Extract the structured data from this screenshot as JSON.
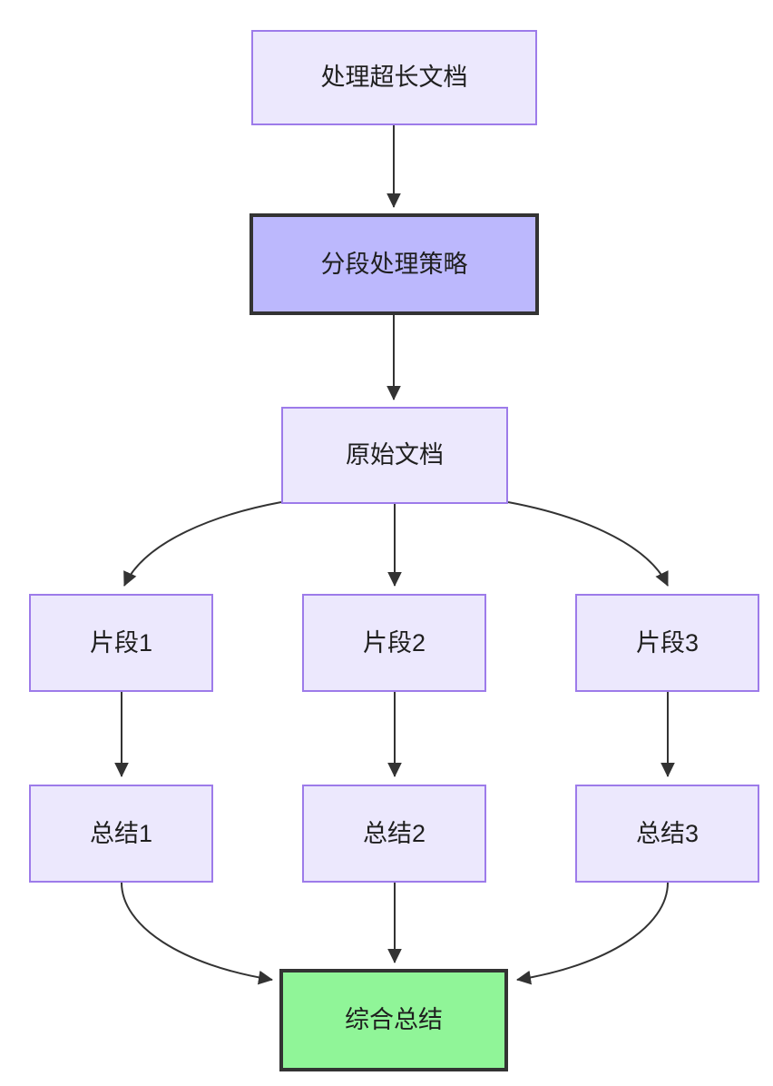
{
  "diagram": {
    "type": "flowchart",
    "direction": "top-down",
    "background_color": "#ffffff",
    "nodes": [
      {
        "id": "doc-input",
        "label": "处理超长文档",
        "style": "normal",
        "fill": "#ECE8FD",
        "border": "#9D7BEA"
      },
      {
        "id": "strategy",
        "label": "分段处理策略",
        "style": "highlight",
        "fill": "#BCB8FD",
        "border": "#333333"
      },
      {
        "id": "raw-doc",
        "label": "原始文档",
        "style": "normal",
        "fill": "#ECE8FD",
        "border": "#9D7BEA"
      },
      {
        "id": "chunk-1",
        "label": "片段1",
        "style": "normal",
        "fill": "#ECE8FD",
        "border": "#9D7BEA"
      },
      {
        "id": "chunk-2",
        "label": "片段2",
        "style": "normal",
        "fill": "#ECE8FD",
        "border": "#9D7BEA"
      },
      {
        "id": "chunk-3",
        "label": "片段3",
        "style": "normal",
        "fill": "#ECE8FD",
        "border": "#9D7BEA"
      },
      {
        "id": "summary-1",
        "label": "总结1",
        "style": "normal",
        "fill": "#ECE8FD",
        "border": "#9D7BEA"
      },
      {
        "id": "summary-2",
        "label": "总结2",
        "style": "normal",
        "fill": "#ECE8FD",
        "border": "#9D7BEA"
      },
      {
        "id": "summary-3",
        "label": "总结3",
        "style": "normal",
        "fill": "#ECE8FD",
        "border": "#9D7BEA"
      },
      {
        "id": "final",
        "label": "综合总结",
        "style": "result",
        "fill": "#90F598",
        "border": "#333333"
      }
    ],
    "edges": [
      {
        "from": "doc-input",
        "to": "strategy",
        "shape": "straight",
        "label": ""
      },
      {
        "from": "strategy",
        "to": "raw-doc",
        "shape": "straight",
        "label": ""
      },
      {
        "from": "raw-doc",
        "to": "chunk-1",
        "shape": "curved",
        "label": ""
      },
      {
        "from": "raw-doc",
        "to": "chunk-2",
        "shape": "straight",
        "label": ""
      },
      {
        "from": "raw-doc",
        "to": "chunk-3",
        "shape": "curved",
        "label": ""
      },
      {
        "from": "chunk-1",
        "to": "summary-1",
        "shape": "straight",
        "label": ""
      },
      {
        "from": "chunk-2",
        "to": "summary-2",
        "shape": "straight",
        "label": ""
      },
      {
        "from": "chunk-3",
        "to": "summary-3",
        "shape": "straight",
        "label": ""
      },
      {
        "from": "summary-1",
        "to": "final",
        "shape": "curved",
        "label": ""
      },
      {
        "from": "summary-2",
        "to": "final",
        "shape": "straight",
        "label": ""
      },
      {
        "from": "summary-3",
        "to": "final",
        "shape": "curved",
        "label": ""
      }
    ],
    "edge_color": "#333333"
  }
}
